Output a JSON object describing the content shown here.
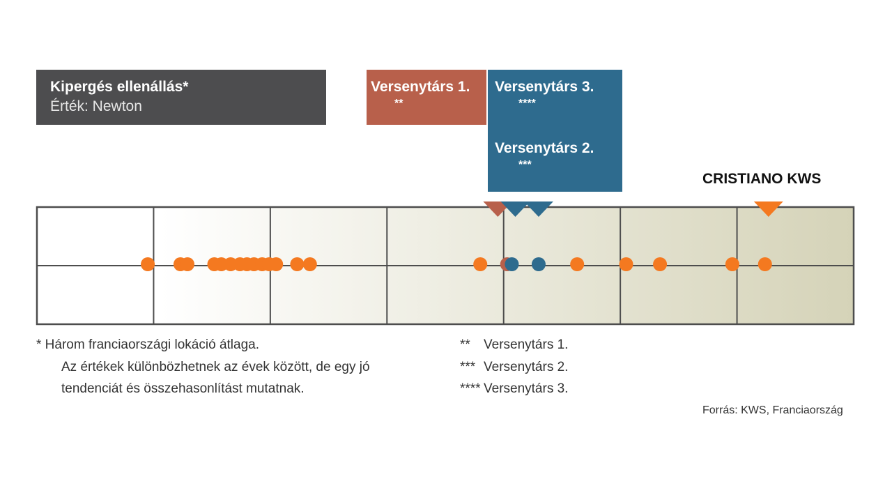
{
  "header": {
    "title": "Kipergés ellenállás*",
    "subtitle": "Érték: Newton"
  },
  "competitors": [
    {
      "name": "Versenytárs 1.",
      "stars": "**",
      "color": "#b8604b"
    },
    {
      "name": "Versenytárs 3.",
      "stars": "****",
      "color": "#2e6b8e"
    },
    {
      "name": "Versenytárs 2.",
      "stars": "***",
      "color": "#2e6b8e"
    }
  ],
  "highlight_label": "CRISTIANO KWS",
  "chart_data": {
    "type": "scatter",
    "xlim": [
      0,
      7
    ],
    "vertical_gridlines": [
      0,
      1,
      2,
      3,
      4,
      5,
      6,
      7
    ],
    "horizontal_midline": true,
    "background": "gradient white to olive-beige from left to right",
    "series": [
      {
        "color": "#f47920",
        "x": [
          0.95,
          1.23,
          1.29,
          1.52,
          1.58,
          1.66,
          1.74,
          1.8,
          1.86,
          1.93,
          1.99,
          2.05,
          2.23,
          2.34,
          3.8,
          4.63,
          5.05,
          5.34,
          5.96,
          6.24
        ]
      },
      {
        "name": "Versenytárs 1.",
        "color": "#b8604b",
        "x": [
          4.03
        ]
      },
      {
        "name": "Versenytárs 3.",
        "color": "#2e6b8e",
        "x": [
          4.07
        ]
      },
      {
        "name": "Versenytárs 2.",
        "color": "#2e6b8e",
        "x": [
          4.3
        ]
      }
    ],
    "markers": [
      {
        "label": "Versenytárs 1.",
        "x": 3.95,
        "color": "#b8604b"
      },
      {
        "label": "Versenytárs 3.",
        "x": 4.1,
        "color": "#2e6b8e"
      },
      {
        "label": "Versenytárs 2.",
        "x": 4.3,
        "color": "#2e6b8e"
      },
      {
        "label": "CRISTIANO KWS",
        "x": 6.27,
        "color": "#f47920"
      }
    ]
  },
  "footnotes": {
    "line1": "* Három franciaországi lokáció átlaga.",
    "line2": "Az értékek különbözhetnek az évek között, de egy jó",
    "line3": "tendenciát és összehasonlítást mutatnak."
  },
  "legend": [
    {
      "mark": "**",
      "label": "Versenytárs 1."
    },
    {
      "mark": "***",
      "label": "Versenytárs 2."
    },
    {
      "mark": "****",
      "label": "Versenytárs 3."
    }
  ],
  "source": "Forrás: KWS, Franciaország"
}
